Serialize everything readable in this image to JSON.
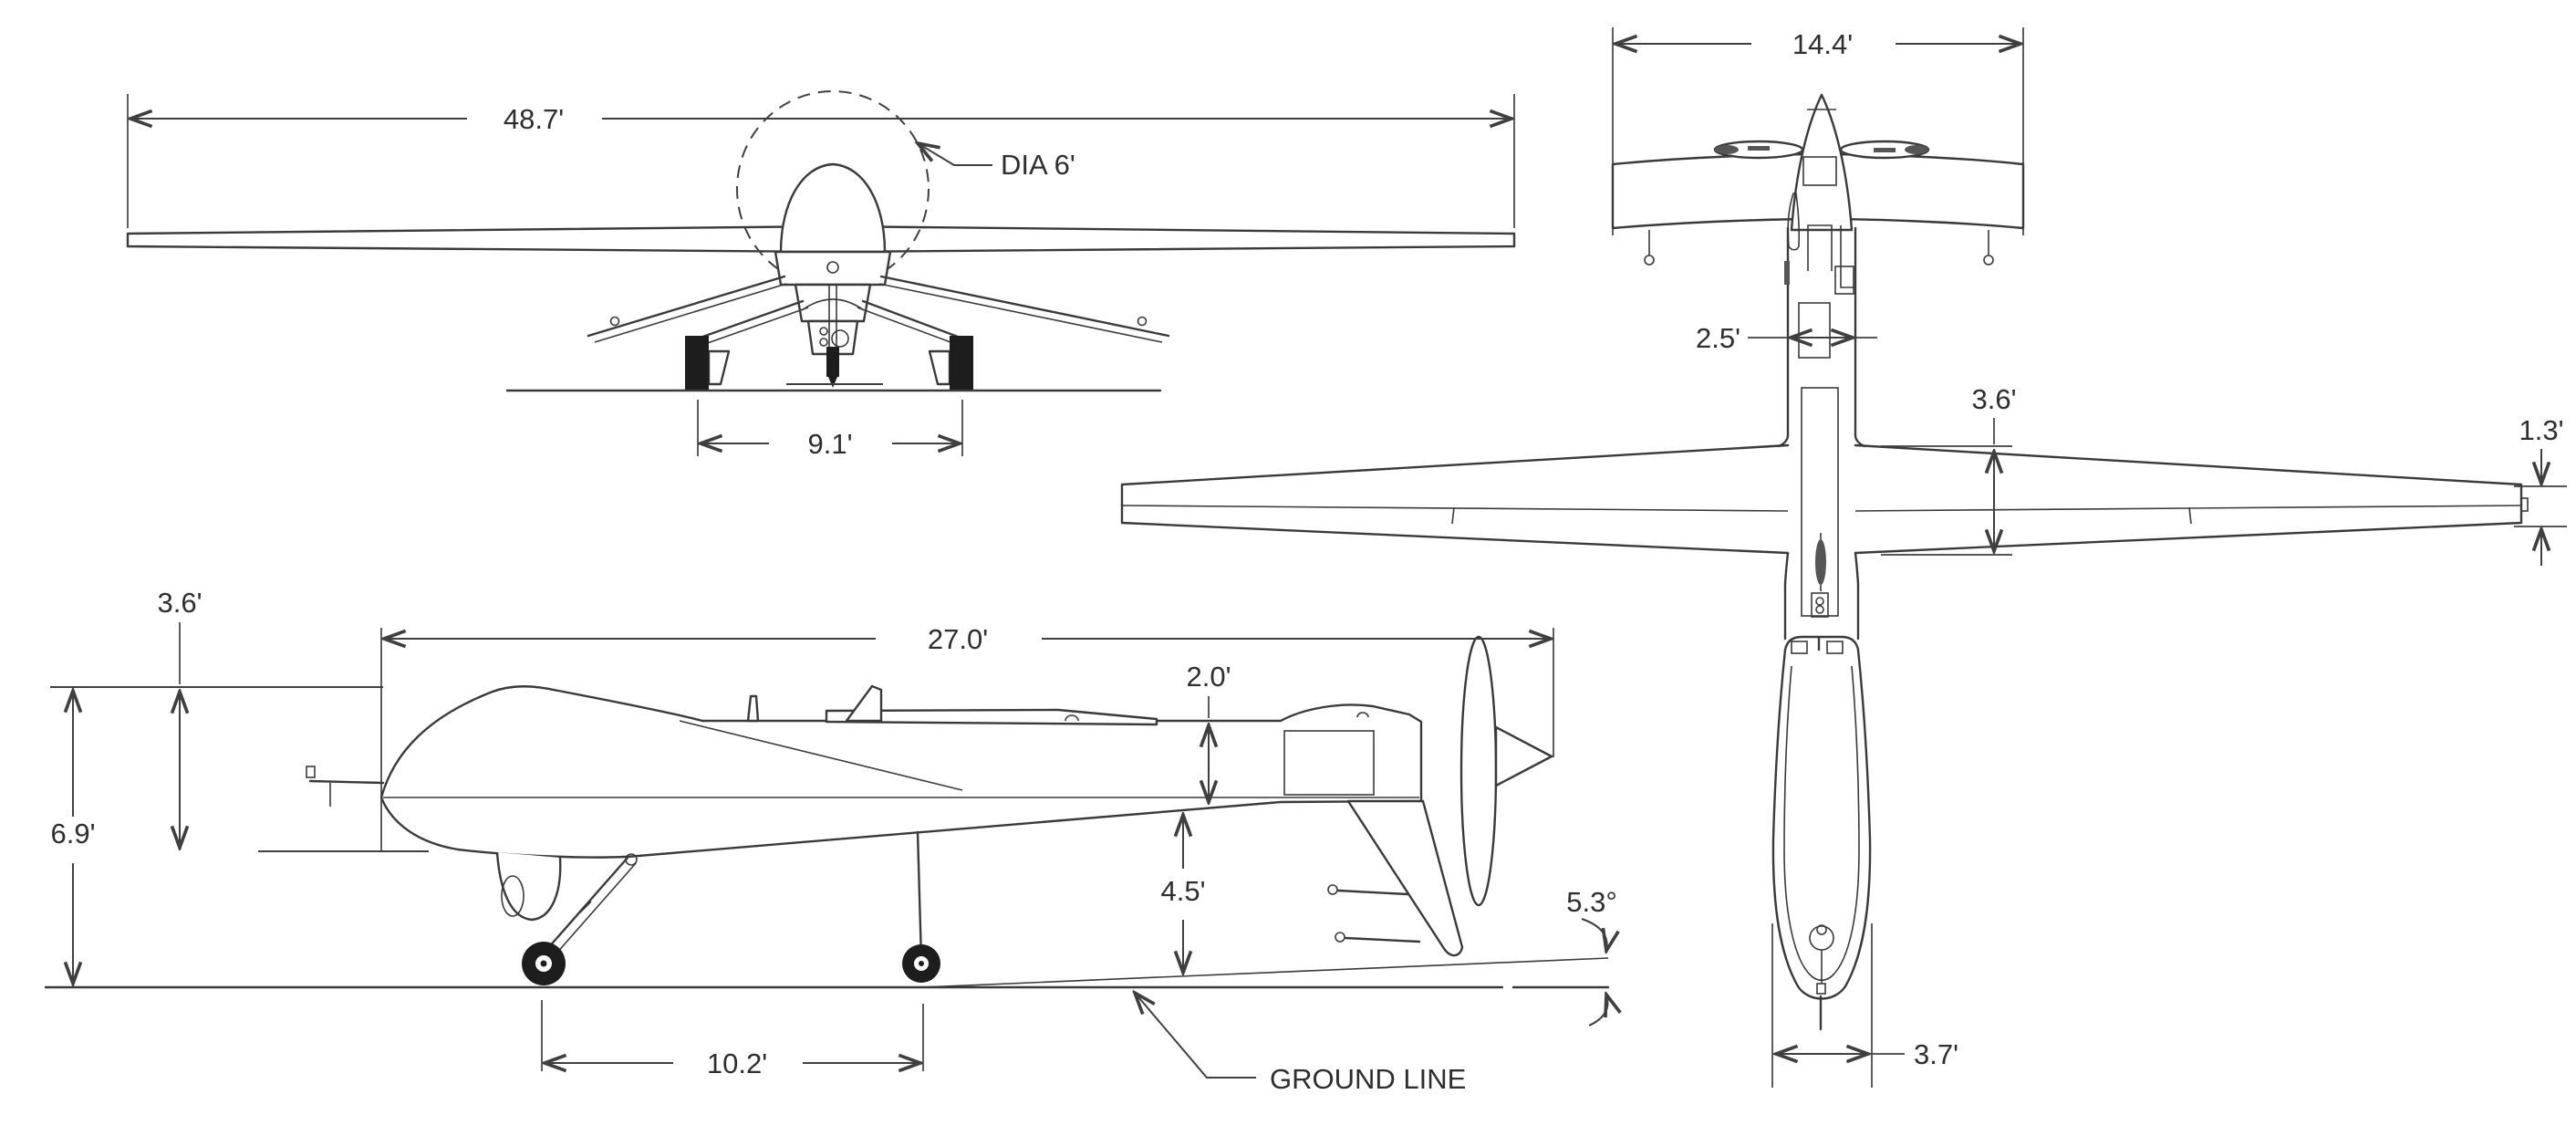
{
  "diagram": {
    "type": "aircraft-three-view-drawing",
    "front_view": {
      "wingspan": "48.7'",
      "rotor_diameter_label": "DIA 6'",
      "wheel_track": "9.1'"
    },
    "top_view": {
      "tail_span": "14.4'",
      "fuselage_width": "2.5'",
      "wing_root_chord": "3.6'",
      "wing_tip_chord": "1.3'",
      "nose_width": "3.7'"
    },
    "side_view": {
      "forebody_height": "3.6'",
      "fuselage_length": "27.0'",
      "tail_boom_depth": "2.0'",
      "overall_height": "6.9'",
      "tail_clearance": "4.5'",
      "wheel_base": "10.2'",
      "tail_angle": "5.3°",
      "ground_line": "GROUND LINE"
    }
  },
  "colors": {
    "line": "#3f3f3f",
    "text": "#2e2e2e",
    "wheel_fill": "#1d1d1d",
    "background": "#ffffff"
  }
}
